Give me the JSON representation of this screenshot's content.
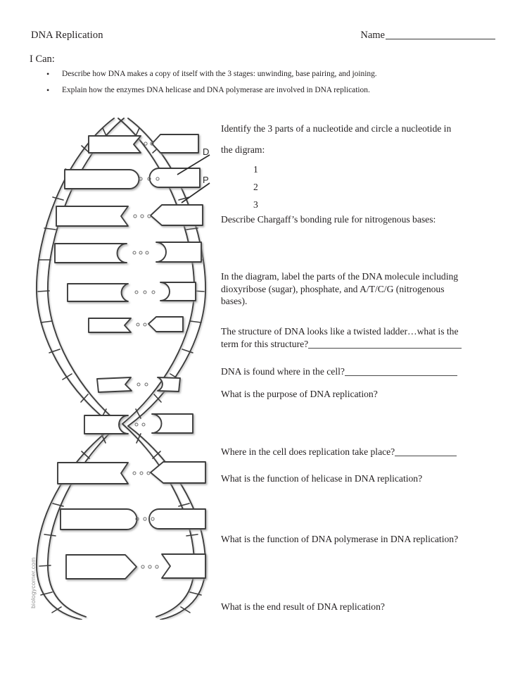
{
  "header": {
    "title": "DNA Replication",
    "name_label": "Name",
    "name_value": ""
  },
  "objectives": {
    "heading": "I Can:",
    "bullet_glyph": "•",
    "items": [
      "Describe how DNA makes a copy of itself with the 3 stages: unwinding, base pairing, and joining.",
      "Explain how the enzymes DNA helicase and DNA polymerase are involved in DNA replication."
    ]
  },
  "diagram": {
    "labels": [
      {
        "text": "D",
        "meaning": "deoxyribose-sugar-label"
      },
      {
        "text": "P",
        "meaning": "phosphate-label"
      }
    ],
    "watermark": "biologycorner.com"
  },
  "questions": {
    "q1_line1": "Identify the 3 parts of a nucleotide and circle a nucleotide in",
    "q1_line2": "the digram:",
    "q1_items": [
      "1",
      "2",
      "3"
    ],
    "q2": "Describe Chargaff’s bonding rule for nitrogenous bases:",
    "q3_line1": "In the diagram, label the parts of the DNA molecule including",
    "q3_line2": "dioxyribose (sugar), phosphate, and A/T/C/G (nitrogenous",
    "q3_line3": "bases).",
    "q4_line1": "The structure of DNA looks like a twisted ladder…what is the",
    "q4_line2": "term for this structure?",
    "q5": "DNA is found where in the cell?",
    "q6": "What is the purpose of DNA replication?",
    "q7": "Where in the cell does replication take place?",
    "q8": "What is the function of helicase in DNA replication?",
    "q9": "What is the function of DNA polymerase in DNA replication?",
    "q10": "What is the end result of DNA replication?"
  },
  "colors": {
    "ink": "#231f20",
    "rule": "#4a4a4a",
    "diagram_stroke": "#3d3d3d",
    "watermark": "#8d8d8d",
    "paper": "#ffffff"
  }
}
